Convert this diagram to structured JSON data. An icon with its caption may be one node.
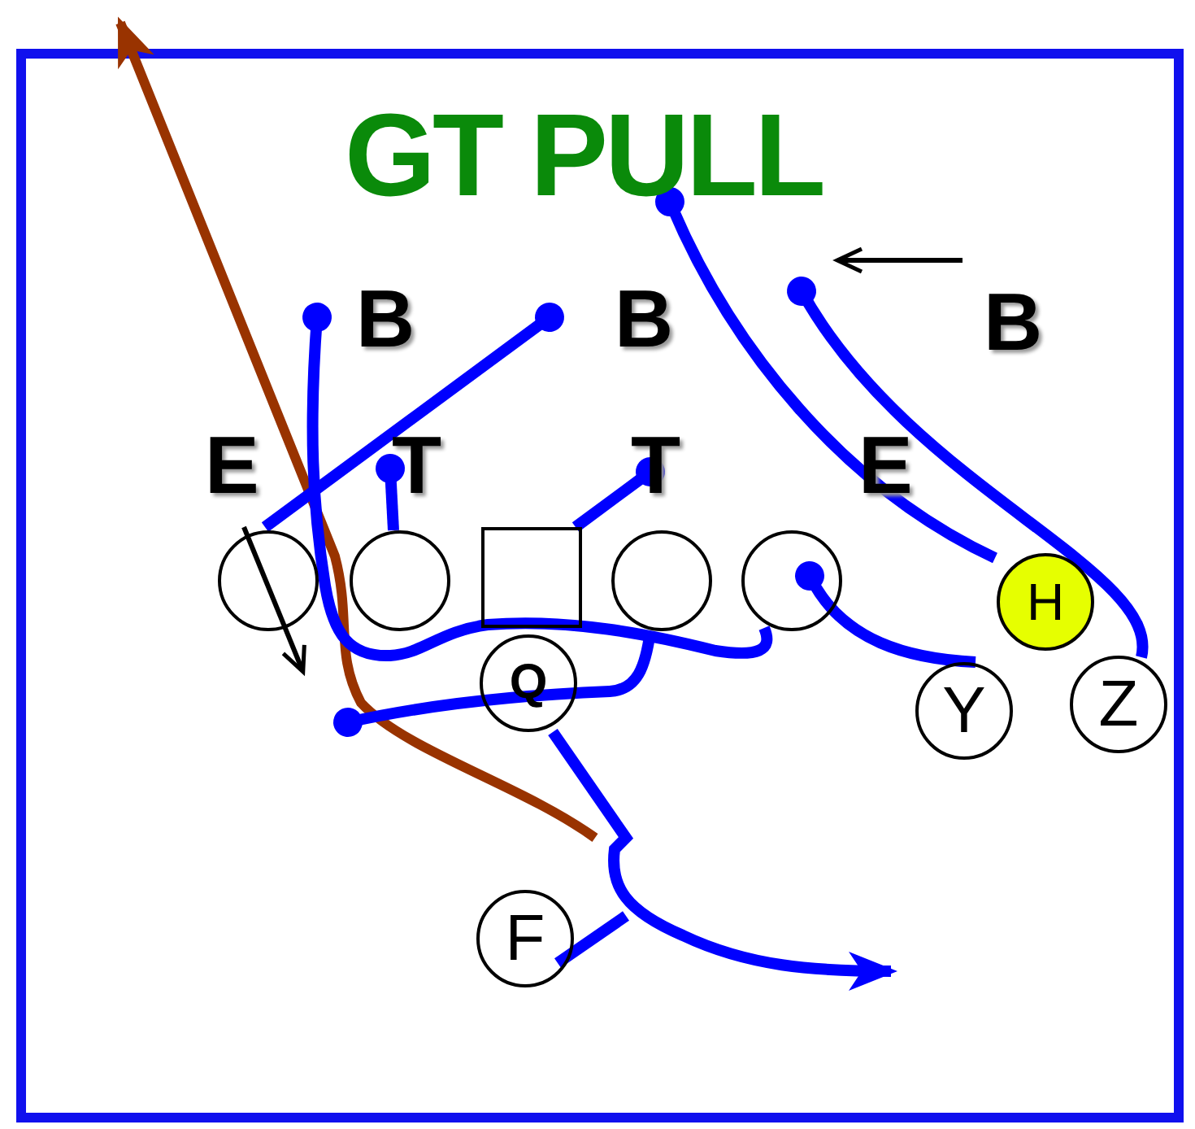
{
  "diagram": {
    "title": "GT PULL",
    "nodes": [
      {
        "text": [
          "B"
        ]
      },
      {
        "text": [
          "B"
        ]
      },
      {
        "text": [
          "B"
        ]
      },
      {
        "text": [
          "E"
        ]
      },
      {
        "text": [
          "T"
        ]
      },
      {
        "text": [
          "T"
        ]
      },
      {
        "text": [
          "E"
        ]
      },
      {
        "text": [],
        "shape": "circle"
      },
      {
        "text": [],
        "shape": "circle"
      },
      {
        "text": [],
        "shape": "box"
      },
      {
        "text": [],
        "shape": "circle"
      },
      {
        "text": [],
        "shape": "circle"
      },
      {
        "text": [
          "H"
        ]
      },
      {
        "text": [
          "Q"
        ]
      },
      {
        "text": [
          "Z"
        ]
      },
      {
        "text": [
          "Y"
        ]
      },
      {
        "text": [
          "F"
        ]
      }
    ],
    "edges": [
      {
        "from": 7,
        "to": 1,
        "arrow": "other"
      },
      {
        "from": 8,
        "to": 4,
        "arrow": "other"
      },
      {
        "from": 9,
        "to": 5,
        "arrow": "other"
      },
      {
        "from": 10,
        "to": null,
        "arrow": "other"
      },
      {
        "from": 11,
        "to": 0,
        "arrow": "other"
      },
      {
        "from": 15,
        "to": 11,
        "arrow": "other"
      },
      {
        "from": 12,
        "to": null,
        "arrow": "other"
      },
      {
        "from": 14,
        "to": null,
        "arrow": "other"
      },
      {
        "from": 13,
        "to": null,
        "arrow": "to"
      },
      {
        "from": 16,
        "to": null,
        "arrow": "none"
      }
    ]
  }
}
